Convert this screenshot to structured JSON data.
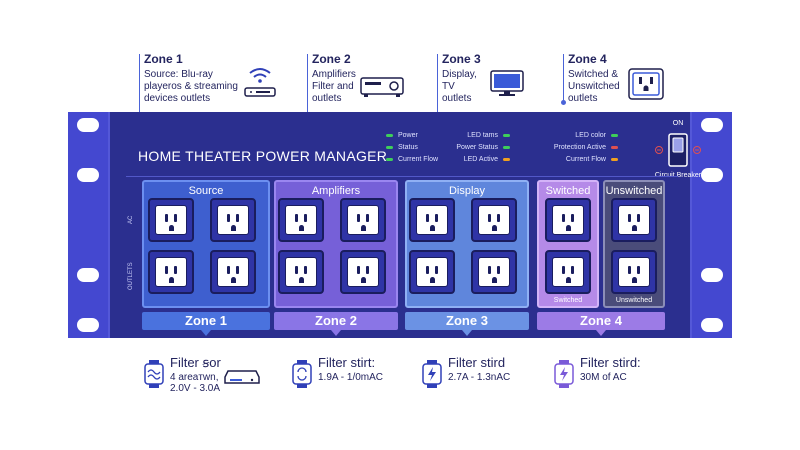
{
  "zones_top": [
    {
      "title": "Zone 1",
      "desc": "Source: Blu-ray playeros & streaming devices outlets",
      "icon": "wifi-router-icon"
    },
    {
      "title": "Zone 2",
      "desc": "Amplifiers Filter and outlets",
      "icon": "amplifier-icon"
    },
    {
      "title": "Zone 3",
      "desc": "Display, TV outlets",
      "icon": "tv-icon"
    },
    {
      "title": "Zone 4",
      "desc": "Switched & Unswitched outlets",
      "icon": "outlet-icon"
    }
  ],
  "panel": {
    "title": "HOME THEATER POWER MANAGER",
    "indicators_left": [
      {
        "label": "Power",
        "color": "#3ecf5a"
      },
      {
        "label": "Status",
        "color": "#3ecf5a"
      },
      {
        "label": "Current Flow",
        "color": "#3ecf5a"
      }
    ],
    "indicators_mid": [
      {
        "label": "LED tams",
        "color": "#3ecf5a"
      },
      {
        "label": "Power Status",
        "color": "#3ecf5a"
      },
      {
        "label": "LED Active",
        "color": "#f0a020"
      }
    ],
    "indicators_right": [
      {
        "label": "LED color",
        "color": "#3ecf5a"
      },
      {
        "label": "Protection Active",
        "color": "#e05050"
      },
      {
        "label": "Current Flow",
        "color": "#f0a020"
      }
    ],
    "breaker_on": "ON",
    "breaker_label": "Circuit Breaker",
    "side_ac": "AC",
    "side_outlets": "OUTLETS"
  },
  "groups": [
    {
      "title": "Source",
      "zone": "Zone 1",
      "fill": "#3e5fcf",
      "border": "#6c8ff0",
      "label_fill": "#4a72de",
      "outlets": 4
    },
    {
      "title": "Amplifiers",
      "zone": "Zone 2",
      "fill": "#7660d8",
      "border": "#9a86f0",
      "label_fill": "#8a75e6",
      "outlets": 4
    },
    {
      "title": "Display",
      "zone": "Zone 3",
      "fill": "#5f86dc",
      "border": "#8fb0f4",
      "label_fill": "#6b92e4",
      "outlets": 4
    },
    {
      "title": "Switched",
      "zone": "Zone 4",
      "fill": "#b58ae8",
      "border": "#d3b3f8",
      "footer": "Switched",
      "outlets": 2
    },
    {
      "title": "Unswitched",
      "fill": "#4a4c7a",
      "border": "#8c8eb8",
      "footer": "Unswitched",
      "outlets": 2
    }
  ],
  "zone4_label_fill": "#9c7be6",
  "filters": [
    {
      "title": "Filter ꞩor",
      "sub1": "4 areaтwn,",
      "sub2": "2.0V - 3.0A",
      "icon": "wave-filter-icon",
      "extra_icon": "streaming-box-icon"
    },
    {
      "title": "Filter stirt:",
      "sub1": "1.9A - 1/0mAC",
      "sub2": "",
      "icon": "refresh-filter-icon"
    },
    {
      "title": "Filter stird",
      "sub1": "2.7A - 1.3nAC",
      "sub2": "",
      "icon": "bolt-filter-icon"
    },
    {
      "title": "Filter stird:",
      "sub1": "30M of AC",
      "sub2": "",
      "icon": "bolt-filter-icon"
    }
  ]
}
